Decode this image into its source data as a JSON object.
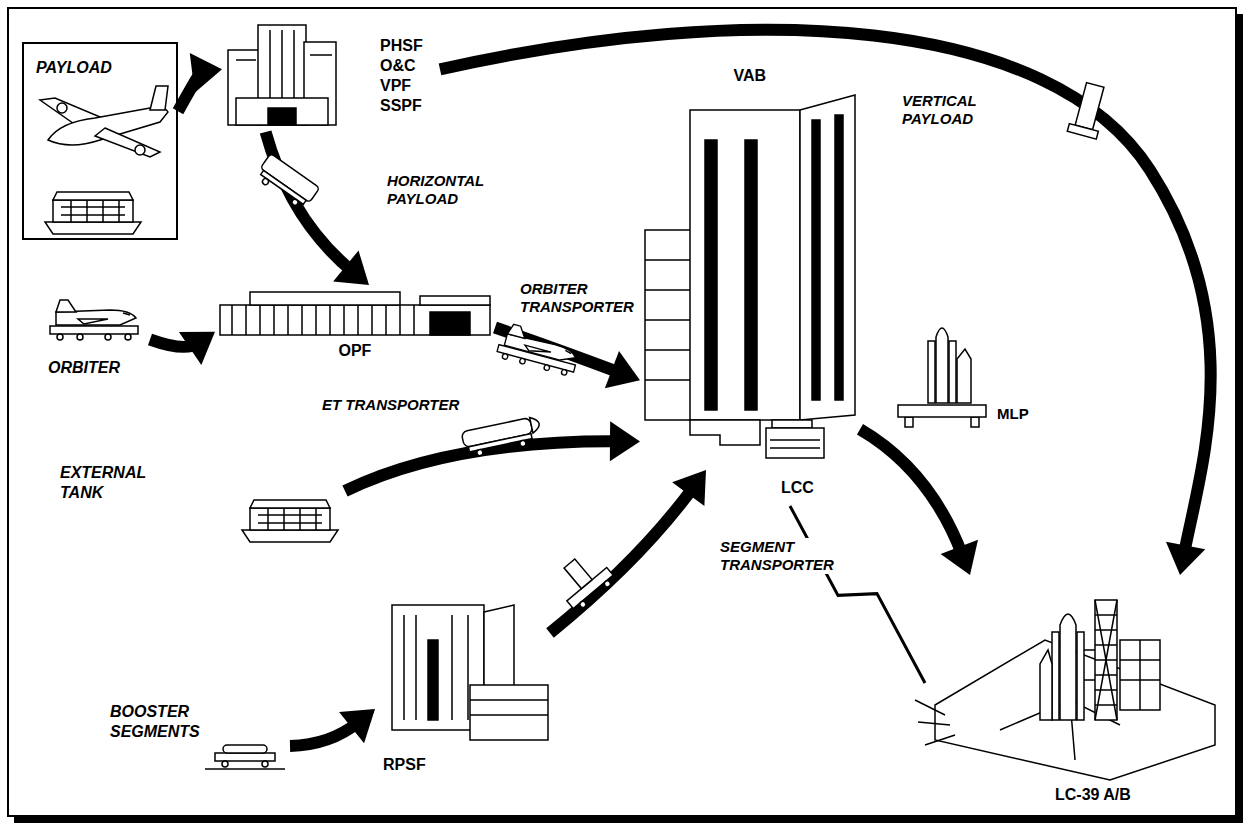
{
  "diagram": {
    "nodes": [
      {
        "text": [
          "PAYLOAD"
        ]
      },
      {
        "text": [
          "PHSF O&C VPF SSPF"
        ]
      },
      {
        "text": [
          "ORBITER"
        ]
      },
      {
        "text": [
          "OPF"
        ]
      },
      {
        "text": [
          "VAB"
        ]
      },
      {
        "text": [
          "LCC"
        ]
      },
      {
        "text": [
          "EXTERNAL TANK"
        ]
      },
      {
        "text": [
          "BOOSTER SEGMENTS"
        ]
      },
      {
        "text": [
          "RPSF"
        ]
      },
      {
        "text": [
          "LC-39 A/B"
        ]
      }
    ],
    "edges": [
      {
        "from": 0,
        "to": 1,
        "arrow": "to"
      },
      {
        "from": 1,
        "to": 3,
        "arrow": "to",
        "label": "HORIZONTAL PAYLOAD"
      },
      {
        "from": 2,
        "to": 3,
        "arrow": "to"
      },
      {
        "from": 3,
        "to": 4,
        "arrow": "to",
        "label": "ORBITER TRANSPORTER"
      },
      {
        "from": 6,
        "to": 4,
        "arrow": "to",
        "label": "ET TRANSPORTER"
      },
      {
        "from": 7,
        "to": 8,
        "arrow": "to"
      },
      {
        "from": 8,
        "to": 4,
        "arrow": "to",
        "label": "SEGMENT TRANSPORTER"
      },
      {
        "from": 4,
        "to": 9,
        "arrow": "to",
        "label": "MLP"
      },
      {
        "from": 5,
        "to": 9,
        "arrow": "none"
      },
      {
        "from": 1,
        "to": 9,
        "arrow": "to",
        "label": "VERTICAL PAYLOAD"
      }
    ]
  }
}
